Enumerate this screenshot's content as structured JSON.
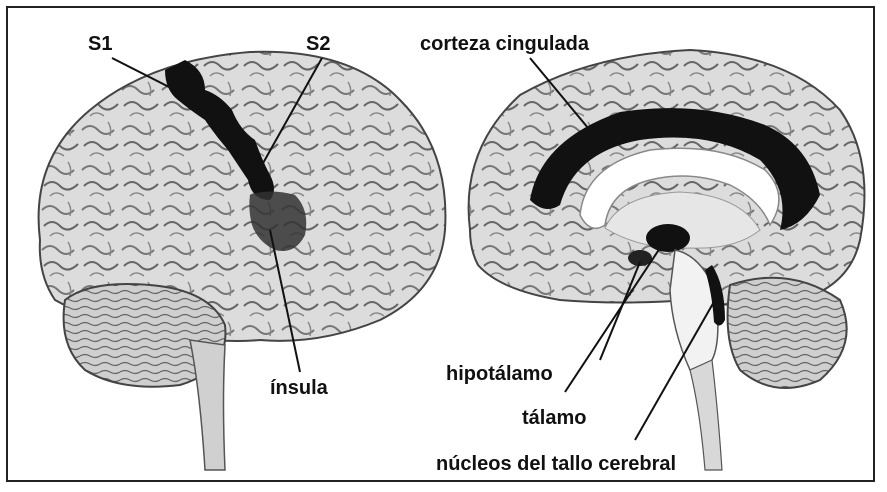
{
  "labels": {
    "s1": "S1",
    "s2": "S2",
    "insula": "ínsula",
    "corteza_cingulada": "corteza cingulada",
    "hipotalamo": "hipotálamo",
    "talamo": "tálamo",
    "nucleos": "núcleos del tallo cerebral"
  },
  "colors": {
    "frame": "#222222",
    "highlight": "#111111",
    "brain_fill": "#d8d8d8",
    "sulci": "#555555"
  }
}
